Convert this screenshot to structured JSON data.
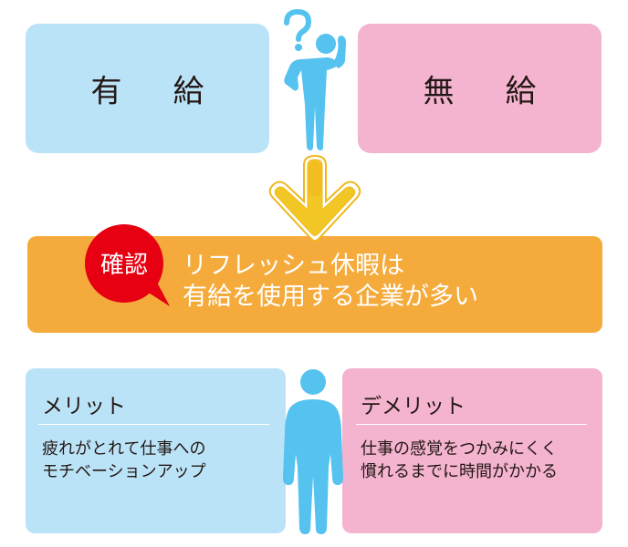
{
  "top": {
    "paid": {
      "chars": [
        "有",
        "給"
      ],
      "label": "有　給",
      "color": "#bbe3f7"
    },
    "unpaid": {
      "chars": [
        "無",
        "給"
      ],
      "label": "無　給",
      "color": "#f4b3cf"
    }
  },
  "icons": {
    "thinking_person": "thinking-person-with-question-mark",
    "arrow": "down-arrow",
    "standing_person": "standing-person"
  },
  "confirm": {
    "badge": "確認",
    "badge_color": "#e60012",
    "line1": "リフレッシュ休暇は",
    "line2": "有給を使用する企業が多い",
    "bar_color": "#f5ab3b"
  },
  "merit": {
    "title": "メリット",
    "lines": [
      "疲れがとれて仕事への",
      "モチベーションアップ"
    ]
  },
  "demerit": {
    "title": "デメリット",
    "lines": [
      "仕事の感覚をつかみにくく",
      "慣れるまでに時間がかかる"
    ]
  },
  "colors": {
    "figure": "#55c2ef",
    "arrow_fill": "#f2c624",
    "arrow_fill_dark": "#f0b81e",
    "text": "#231815"
  }
}
